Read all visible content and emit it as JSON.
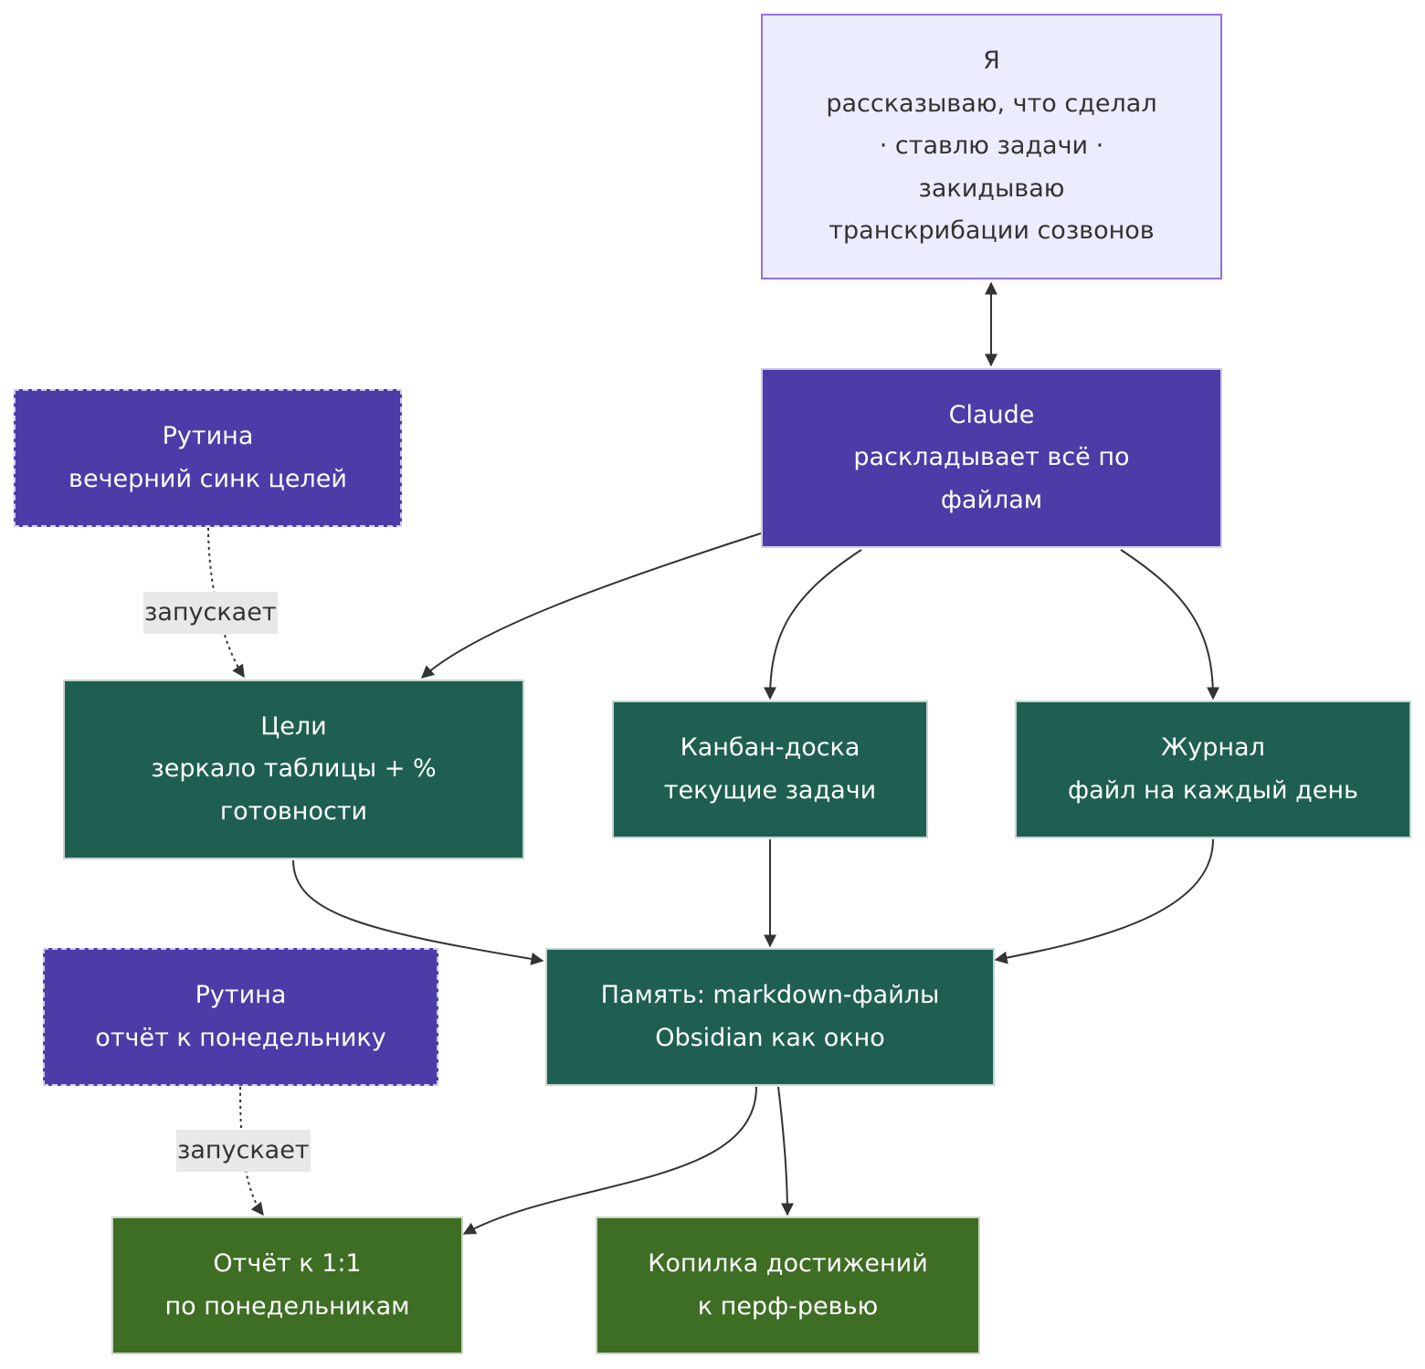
{
  "nodes": {
    "me": {
      "lines": [
        "Я",
        "рассказываю, что сделал",
        "· ставлю задачи ·",
        "закидываю",
        "транскрибации созвонов"
      ]
    },
    "claude": {
      "lines": [
        "Claude",
        "раскладывает всё по",
        "файлам"
      ]
    },
    "routine_sync": {
      "lines": [
        "Рутина",
        "вечерний синк целей"
      ]
    },
    "goals": {
      "lines": [
        "Цели",
        "зеркало таблицы + %",
        "готовности"
      ]
    },
    "kanban": {
      "lines": [
        "Канбан-доска",
        "текущие задачи"
      ]
    },
    "journal": {
      "lines": [
        "Журнал",
        "файл на каждый день"
      ]
    },
    "routine_report": {
      "lines": [
        "Рутина",
        "отчёт к понедельнику"
      ]
    },
    "memory": {
      "lines": [
        "Память: markdown-файлы",
        "Obsidian как окно"
      ]
    },
    "report": {
      "lines": [
        "Отчёт к 1:1",
        "по понедельникам"
      ]
    },
    "achievements": {
      "lines": [
        "Копилка достижений",
        "к перф-ревью"
      ]
    }
  },
  "edges": {
    "sync_to_goals_label": "запускает",
    "report_routine_label": "запускает"
  },
  "colors": {
    "me_fill": "#ECECFF",
    "me_border": "#9370DB",
    "agent_fill": "#4B3CA7",
    "file_fill": "#1E5F52",
    "output_fill": "#3E6D24",
    "edge": "#333333",
    "edge_label_bg": "#E8E8E8"
  }
}
